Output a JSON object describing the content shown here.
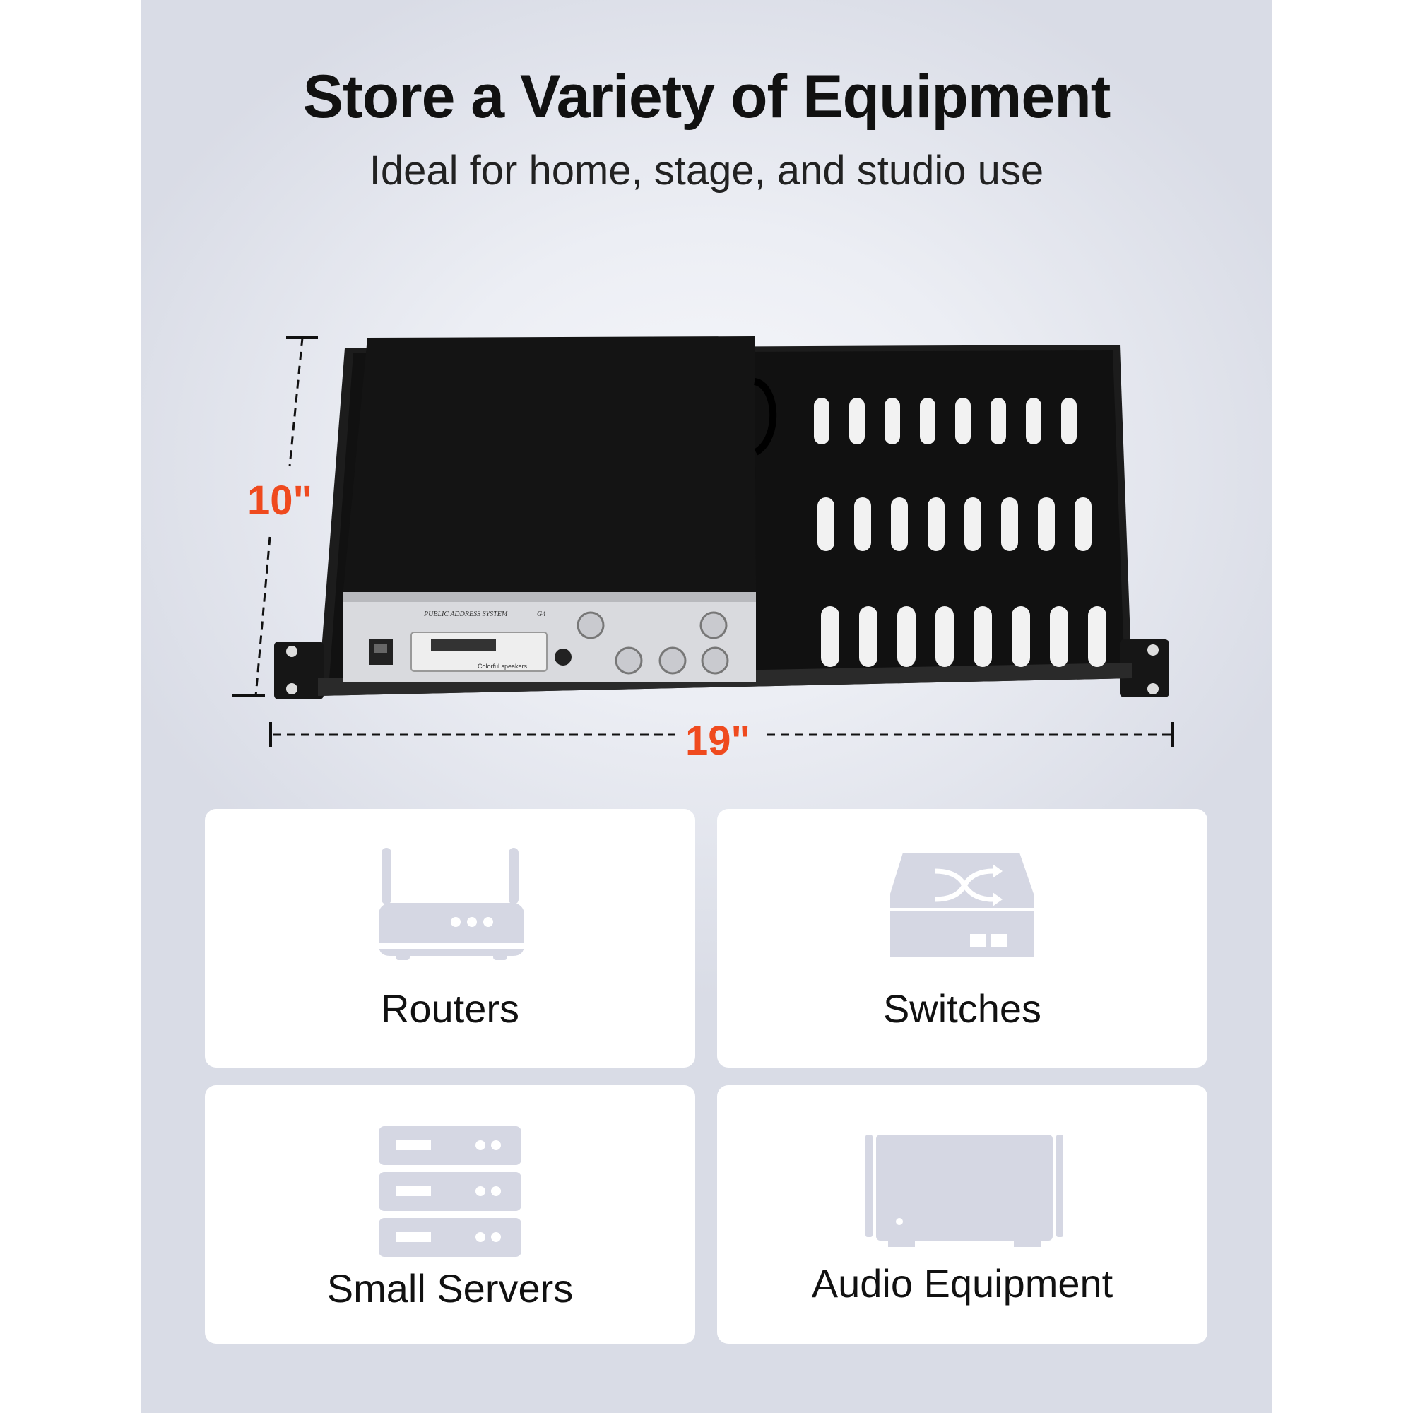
{
  "header": {
    "title": "Store a Variety of Equipment",
    "subtitle": "Ideal for home, stage, and studio use"
  },
  "dimensions": {
    "height": "10\"",
    "width": "19\"",
    "accent_color": "#ef4a1e"
  },
  "amplifier": {
    "panel_text": "PUBLIC ADDRESS SYSTEM",
    "model": "G4",
    "speaker_text": "Colorful speakers"
  },
  "categories": [
    {
      "label": "Routers",
      "icon": "router-icon"
    },
    {
      "label": "Switches",
      "icon": "network-switch-icon"
    },
    {
      "label": "Small Servers",
      "icon": "server-rack-icon"
    },
    {
      "label": "Audio Equipment",
      "icon": "audio-equipment-icon"
    }
  ],
  "colors": {
    "icon_fill": "#d5d7e3",
    "card_bg": "#ffffff"
  }
}
